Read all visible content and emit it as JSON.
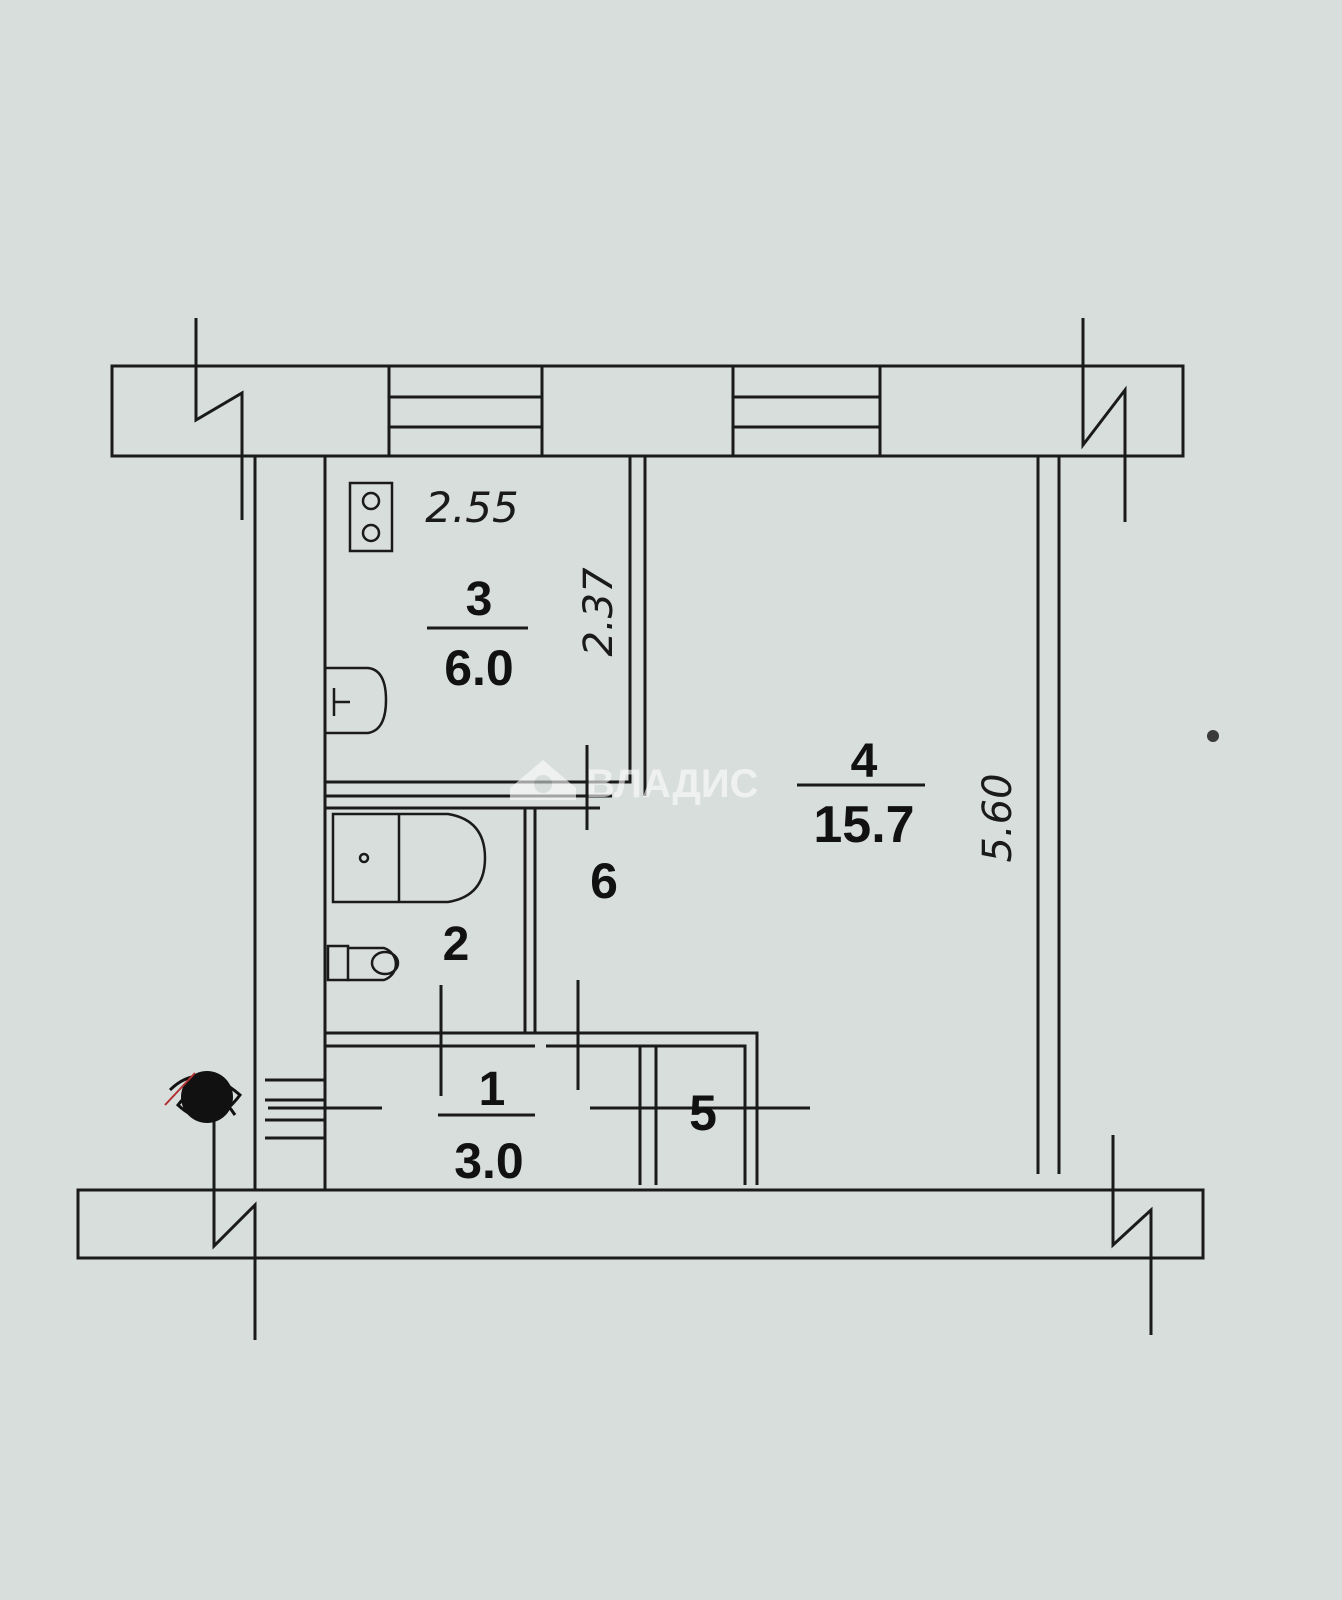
{
  "watermark": {
    "text": "ВЛАДИС"
  },
  "rooms": [
    {
      "number": "1",
      "area": "3.0"
    },
    {
      "number": "2"
    },
    {
      "number": "3",
      "area": "6.0"
    },
    {
      "number": "4",
      "area": "15.7"
    },
    {
      "number": "5"
    },
    {
      "number": "6"
    }
  ],
  "dimensions": {
    "kitchen_width": "2.55",
    "kitchen_length": "2.37",
    "room_length": "5.60"
  }
}
